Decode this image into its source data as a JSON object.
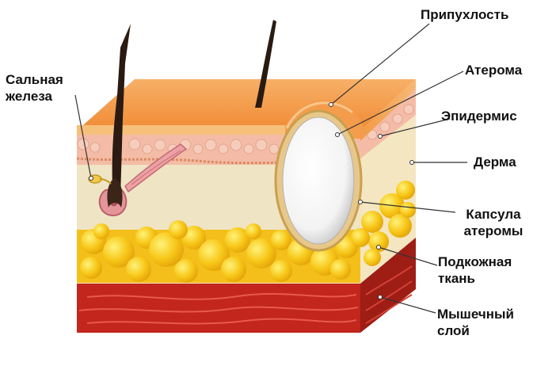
{
  "labels": {
    "sebaceous_line1": "Сальная",
    "sebaceous_line2": "железа",
    "bump": "Припухлость",
    "atheroma": "Атерома",
    "epidermis": "Эпидермис",
    "dermis": "Дерма",
    "capsule_line1": "Капсула",
    "capsule_line2": "атеромы",
    "subcutaneous_line1": "Подкожная",
    "subcutaneous_line2": "ткань",
    "muscle_line1": "Мышечный",
    "muscle_line2": "слой"
  },
  "colors": {
    "skin_top": "#f6a24f",
    "skin_front": "#fbd8a6",
    "epidermis": "#f2b39a",
    "dermis": "#efe3c0",
    "fat": "#f6c316",
    "muscle": "#c2261c",
    "muscle_side": "#9e1d15",
    "hair": "#2a1a12",
    "atheroma": "#ffffff"
  }
}
